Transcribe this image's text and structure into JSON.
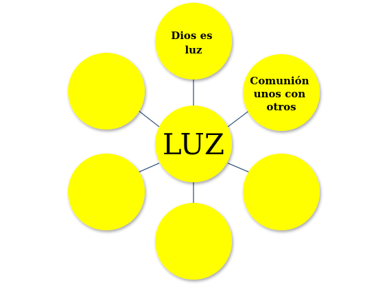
{
  "center": {
    "label": "LUZ"
  },
  "nodes": [
    {
      "id": "top",
      "lines": [
        "Dios es",
        "luz"
      ]
    },
    {
      "id": "upper-right",
      "lines": [
        "Comunión",
        "unos con",
        "otros"
      ]
    },
    {
      "id": "lower-right",
      "lines": []
    },
    {
      "id": "bottom",
      "lines": []
    },
    {
      "id": "lower-left",
      "lines": []
    },
    {
      "id": "upper-left",
      "lines": []
    }
  ],
  "colors": {
    "node_fill": "#ffff00",
    "connector": "#3b5a80",
    "text": "#000000"
  }
}
